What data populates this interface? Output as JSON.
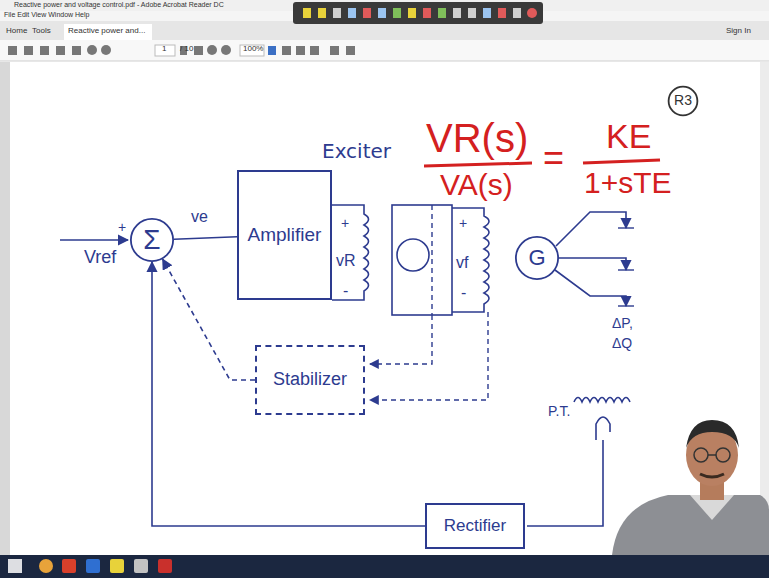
{
  "diagram": {
    "nodes": [
      {
        "text": [
          "R3"
        ]
      },
      {
        "text": [
          "Σ"
        ]
      },
      {
        "text": [
          "Amplifier"
        ]
      },
      {
        "text": [
          "G"
        ]
      },
      {
        "text": [
          "Stabilizer"
        ]
      },
      {
        "text": [
          "Rectifier"
        ]
      }
    ],
    "edges": [
      {
        "from": 1,
        "to": 2,
        "arrow": "none",
        "label": "ve"
      },
      {
        "from": 4,
        "to": 1,
        "arrow": "to"
      },
      {
        "from": 5,
        "to": 1,
        "arrow": "to"
      }
    ],
    "labels": [
      "Reactive power and voltage control.pdf - Adobe Acrobat Reader DC",
      "File Edit View Window Help",
      "Home",
      "Tools",
      "Reactive power and...",
      "Sign In",
      "1",
      "/ 10",
      "100%",
      "Exciter",
      "VR(s)",
      "VA(s)",
      "=",
      "KE",
      "1+sTE",
      "Vref",
      "+",
      "+",
      "vR",
      "-",
      "+",
      "vf",
      "-",
      "ΔP,",
      "ΔQ",
      "P.T."
    ]
  }
}
